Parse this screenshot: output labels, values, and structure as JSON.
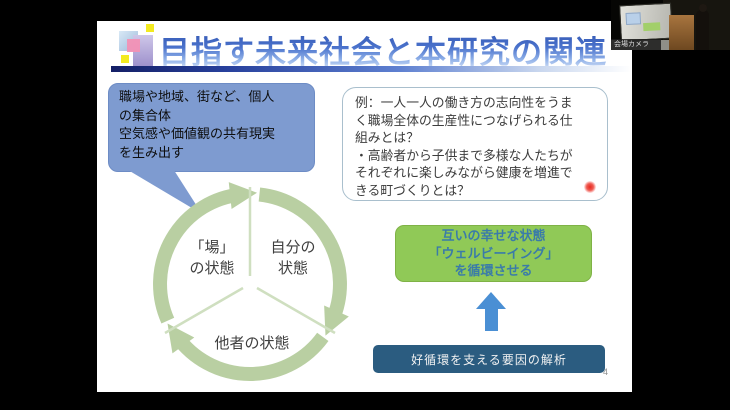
{
  "colors": {
    "title_blue": "#4a72cc",
    "bubble_blue": "#7e9bd0",
    "cycle_green": "#b9cfa2",
    "wellbeing_bg": "#90c957",
    "wellbeing_text": "#3a7ba9",
    "analysis_bg": "#2b5c80",
    "arrow_blue": "#4a8fd4",
    "laser_red": "#e8281e"
  },
  "slide": {
    "title": "目指す未来社会と本研究の関連",
    "page_number": "4",
    "speech_bubble": {
      "text": "職場や地域、街など、個人\nの集合体\n空気感や価値観の共有現実\nを生み出す"
    },
    "example_box": {
      "text": "例：一人一人の働き方の志向性をうま\nく職場全体の生産性につなげられる仕\n組みとは？\n・高齢者から子供まで多様な人たちが\nそれぞれに楽しみながら健康を増進で\nきる町づくりとは？"
    },
    "cycle": {
      "labels": [
        {
          "label": "「場」\nの状態"
        },
        {
          "label": "自分の\n状態"
        },
        {
          "label": "他者の状態"
        }
      ]
    },
    "wellbeing_box": {
      "text": "互いの幸せな状態\n「ウェルビーイング」\nを循環させる"
    },
    "analysis_box": {
      "text": "好循環を支える要因の解析"
    }
  },
  "video_overlay": {
    "participant_label": "会場カメラ"
  }
}
